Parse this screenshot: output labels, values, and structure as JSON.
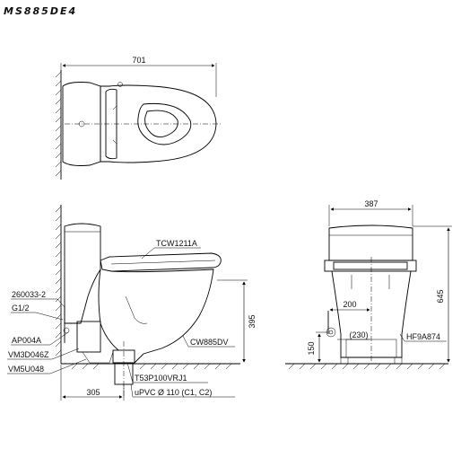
{
  "title": "MS885DE4",
  "top_view": {
    "width_dim": "701"
  },
  "side_view": {
    "depth_dim": "305",
    "seat_height_dim": "395",
    "parts": {
      "seat": "TCW1211A",
      "bowl": "CW885DV",
      "stop_valve_code": "260033-2",
      "thread": "G1/2",
      "angle_valve": "AP004A",
      "flange": "VM3D046Z",
      "bolt": "VM5U048",
      "trap": "T53P100VRJ1",
      "pipe": "uPVC Ø 110 (C1, C2)"
    }
  },
  "front_view": {
    "width_dim": "387",
    "height_dim": "645",
    "supply_offset_dim": "200",
    "floor_supply_dim": "150",
    "center_dim": "(230)",
    "hinge_part": "HF9A874"
  }
}
